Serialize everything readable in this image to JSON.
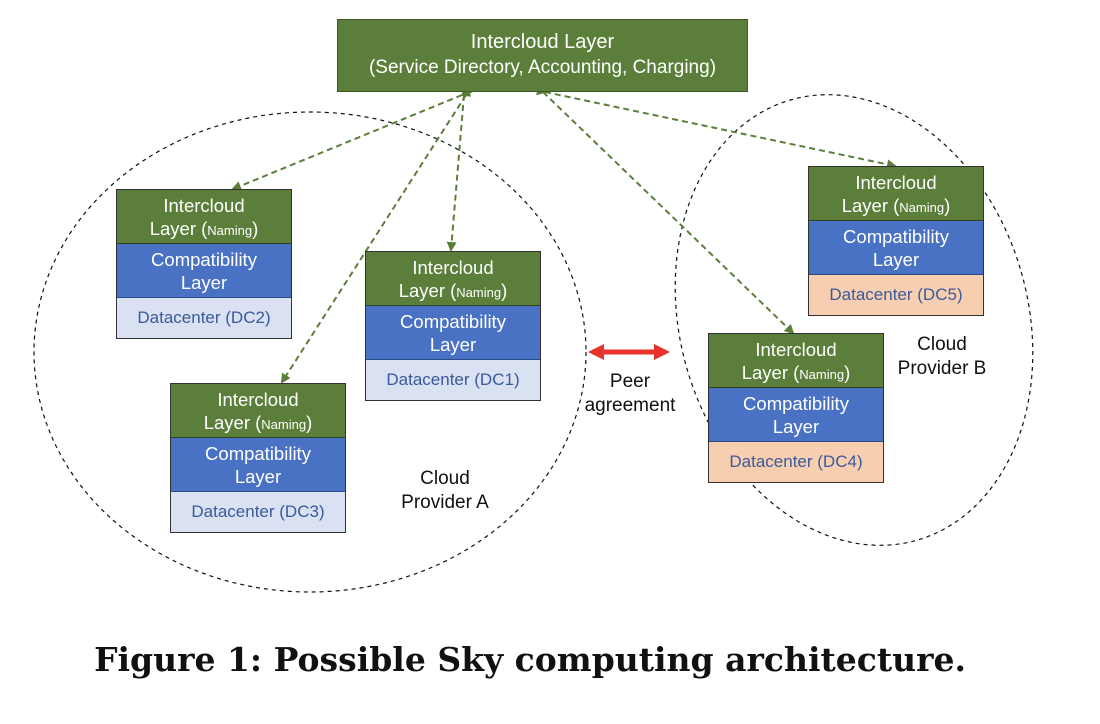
{
  "top_box": {
    "line1": "Intercloud Layer",
    "line2": "(Service Directory, Accounting, Charging)"
  },
  "stack_labels": {
    "intercloud": "Intercloud",
    "layer_prefix": "Layer (",
    "naming": "Naming",
    "layer_suffix": ")",
    "compat_line1": "Compatibility",
    "compat_line2": "Layer"
  },
  "datacenters": {
    "dc1": "Datacenter (DC1)",
    "dc2": "Datacenter (DC2)",
    "dc3": "Datacenter (DC3)",
    "dc4": "Datacenter (DC4)",
    "dc5": "Datacenter (DC5)"
  },
  "provider_a": {
    "line1": "Cloud",
    "line2": "Provider A"
  },
  "provider_b": {
    "line1": "Cloud",
    "line2": "Provider B"
  },
  "peer": {
    "line1": "Peer",
    "line2": "agreement"
  },
  "caption": "Figure 1: Possible Sky computing architecture.",
  "colors": {
    "green_layer": "#5b7f3a",
    "blue_layer": "#4a72c4",
    "dc_provider_a": "#d9e1f2",
    "dc_provider_b": "#f7cfb0",
    "dashed_arrow": "#5b7f3a",
    "peer_arrow": "#e8332a"
  }
}
